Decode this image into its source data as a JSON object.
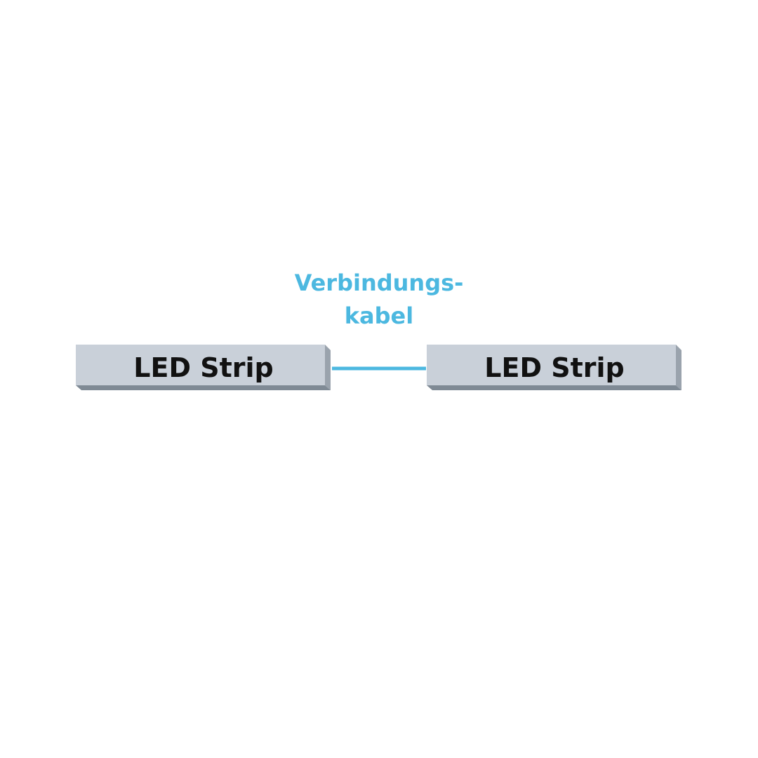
{
  "connector": {
    "label_line1": "Verbindungs-",
    "label_line2": "kabel"
  },
  "strips": [
    {
      "label": "LED Strip"
    },
    {
      "label": "LED Strip"
    }
  ],
  "colors": {
    "strip_face": "#c9d0d9",
    "strip_side": "#9aa3ad",
    "strip_bottom": "#7f8a95",
    "cable": "#4cb8e0",
    "cable_label": "#4cb8e0",
    "strip_text": "#111111",
    "background": "#ffffff"
  }
}
